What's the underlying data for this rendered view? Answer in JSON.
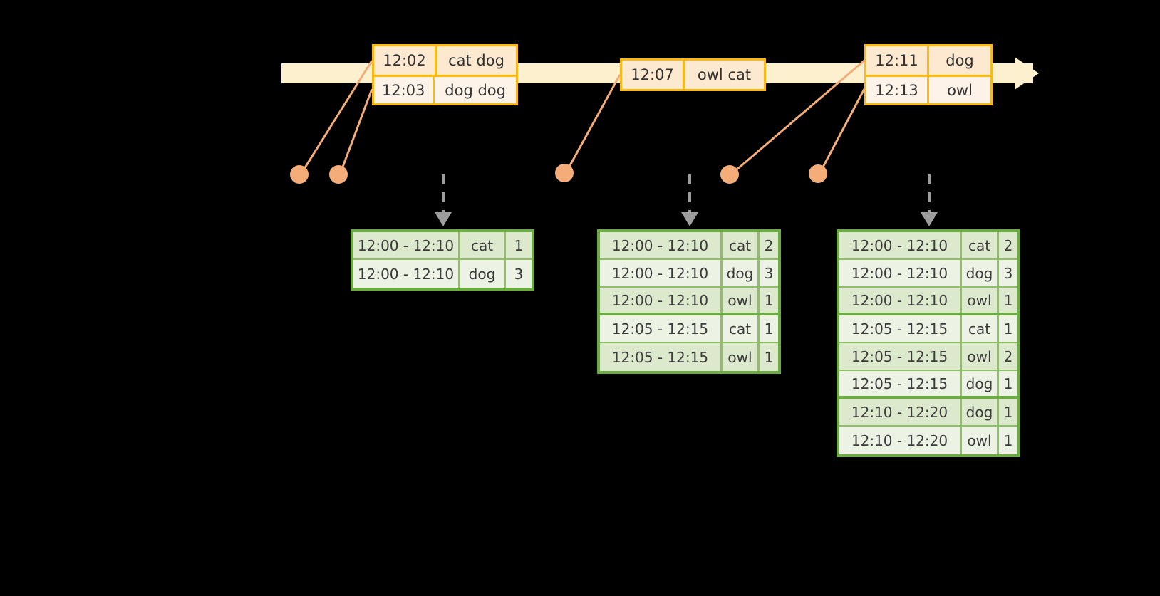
{
  "timeline": {
    "bar_color": "#fdf0cf",
    "arrow_color": "#fdb913",
    "event_groups": [
      {
        "name": "group-1",
        "events": [
          {
            "time": "12:02",
            "words": "cat dog"
          },
          {
            "time": "12:03",
            "words": "dog dog"
          }
        ]
      },
      {
        "name": "group-2",
        "events": [
          {
            "time": "12:07",
            "words": "owl cat"
          }
        ]
      },
      {
        "name": "group-3",
        "events": [
          {
            "time": "12:11",
            "words": "dog"
          },
          {
            "time": "12:13",
            "words": "owl"
          }
        ]
      }
    ]
  },
  "results": {
    "accent_color": "#6aab42",
    "tables": [
      {
        "name": "result-table-1",
        "rows": [
          {
            "window": "12:00 - 12:10",
            "key": "cat",
            "count": "1"
          },
          {
            "window": "12:00 - 12:10",
            "key": "dog",
            "count": "3"
          }
        ]
      },
      {
        "name": "result-table-2",
        "rows": [
          {
            "window": "12:00 - 12:10",
            "key": "cat",
            "count": "2"
          },
          {
            "window": "12:00 - 12:10",
            "key": "dog",
            "count": "3"
          },
          {
            "window": "12:00 - 12:10",
            "key": "owl",
            "count": "1"
          },
          {
            "window": "12:05 - 12:15",
            "key": "cat",
            "count": "1"
          },
          {
            "window": "12:05 - 12:15",
            "key": "owl",
            "count": "1"
          }
        ]
      },
      {
        "name": "result-table-3",
        "rows": [
          {
            "window": "12:00 - 12:10",
            "key": "cat",
            "count": "2"
          },
          {
            "window": "12:00 - 12:10",
            "key": "dog",
            "count": "3"
          },
          {
            "window": "12:00 - 12:10",
            "key": "owl",
            "count": "1"
          },
          {
            "window": "12:05 - 12:15",
            "key": "cat",
            "count": "1"
          },
          {
            "window": "12:05 - 12:15",
            "key": "owl",
            "count": "2"
          },
          {
            "window": "12:05 - 12:15",
            "key": "dog",
            "count": "1"
          },
          {
            "window": "12:10 - 12:20",
            "key": "dog",
            "count": "1"
          },
          {
            "window": "12:10 - 12:20",
            "key": "owl",
            "count": "1"
          }
        ]
      }
    ]
  }
}
